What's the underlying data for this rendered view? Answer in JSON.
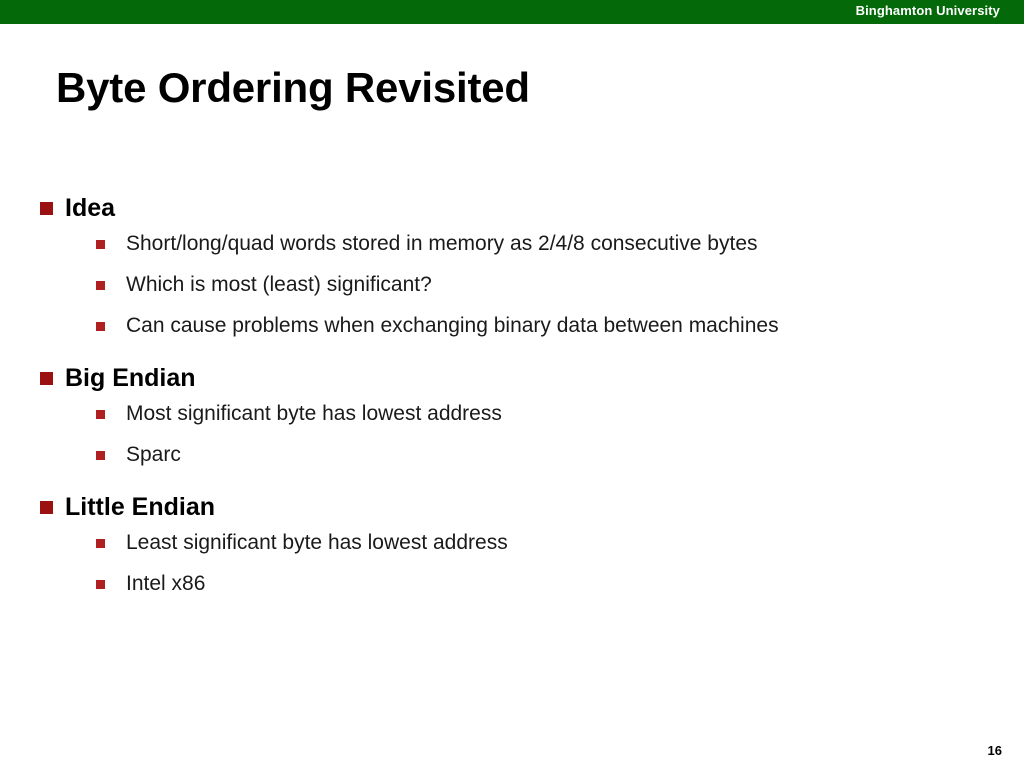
{
  "header": {
    "institution": "Binghamton University",
    "bar_color": "#046A09",
    "text_color": "#FFFFFF"
  },
  "title": "Byte Ordering Revisited",
  "bullet_colors": {
    "level1": "#9B1111",
    "level2": "#AF2020"
  },
  "outline": [
    {
      "label": "Idea",
      "children": [
        "Short/long/quad words stored in memory as 2/4/8 consecutive bytes",
        "Which is most (least) significant?",
        "Can cause problems when exchanging binary data between machines"
      ]
    },
    {
      "label": "Big Endian",
      "children": [
        "Most significant byte has lowest address",
        "Sparc"
      ]
    },
    {
      "label": "Little Endian",
      "children": [
        "Least significant byte has lowest address",
        "Intel x86"
      ]
    }
  ],
  "footer": {
    "page_number": "16"
  }
}
